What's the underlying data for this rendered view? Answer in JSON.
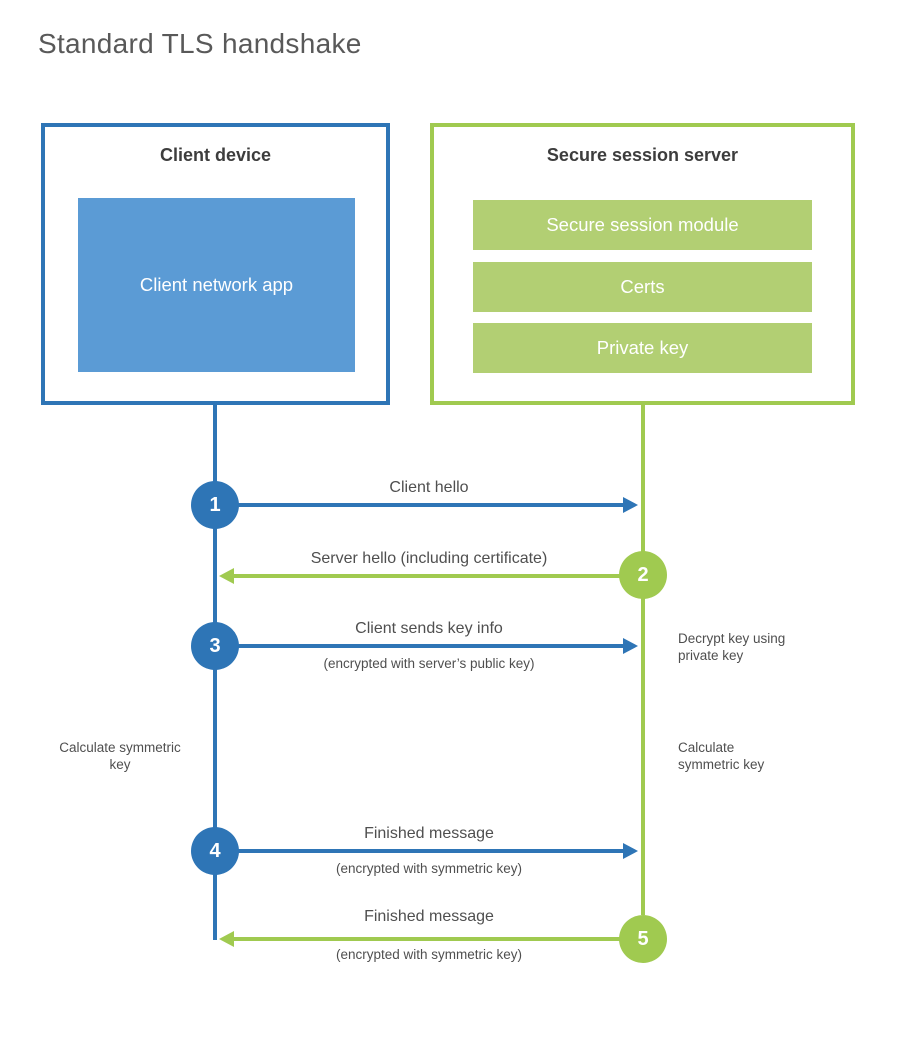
{
  "title": "Standard TLS handshake",
  "colors": {
    "blue": "#2e75b6",
    "blue-fill": "#5b9bd5",
    "green": "#a0ca50",
    "green-fill": "#b2cf73",
    "heading-text": "#3d3d3d",
    "body-text": "#4f4f4f",
    "title-text": "#595959"
  },
  "client": {
    "title": "Client device",
    "app_label": "Client network app"
  },
  "server": {
    "title": "Secure session server",
    "modules": [
      "Secure session module",
      "Certs",
      "Private key"
    ]
  },
  "steps": [
    {
      "num": "1",
      "label": "Client hello",
      "from": "client",
      "to": "server"
    },
    {
      "num": "2",
      "label": "Server hello (including certificate)",
      "from": "server",
      "to": "client"
    },
    {
      "num": "3",
      "label": "Client sends key info",
      "sub": "(encrypted with server’s public key)",
      "from": "client",
      "to": "server"
    },
    {
      "num": "4",
      "label": "Finished message",
      "sub": "(encrypted with symmetric key)",
      "from": "client",
      "to": "server"
    },
    {
      "num": "5",
      "label": "Finished message",
      "sub": "(encrypted with symmetric key)",
      "from": "server",
      "to": "client"
    }
  ],
  "notes": {
    "decrypt": "Decrypt key using private key",
    "calc_client": "Calculate symmetric key",
    "calc_server": "Calculate symmetric key"
  }
}
